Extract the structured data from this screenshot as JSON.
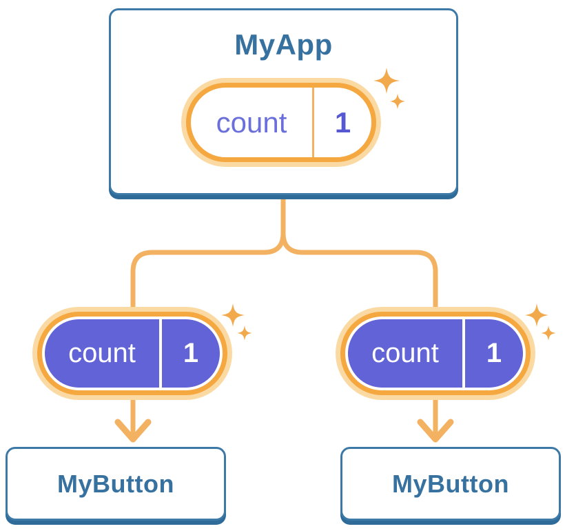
{
  "diagram": {
    "root": {
      "name": "MyApp",
      "state": {
        "label": "count",
        "value": "1"
      }
    },
    "children": [
      {
        "name": "MyButton",
        "prop": {
          "label": "count",
          "value": "1"
        }
      },
      {
        "name": "MyButton",
        "prop": {
          "label": "count",
          "value": "1"
        }
      }
    ],
    "icons": {
      "sparkle_icon": "✦",
      "arrow_down_icon": "↓"
    },
    "colors": {
      "background": "#FFFFFF",
      "card_border": "#3D79A6",
      "card_shadow": "#2E6B98",
      "component_text": "#36719F",
      "connector": "#F3B261",
      "pill_ring": "#F5A740",
      "pill_ring_outer": "#FBD9A2",
      "state_fill": "#6163D6",
      "state_name_text": "#6A6FDB",
      "state_value_text": "#5658D1",
      "sparkle": "#F2A94C"
    }
  }
}
